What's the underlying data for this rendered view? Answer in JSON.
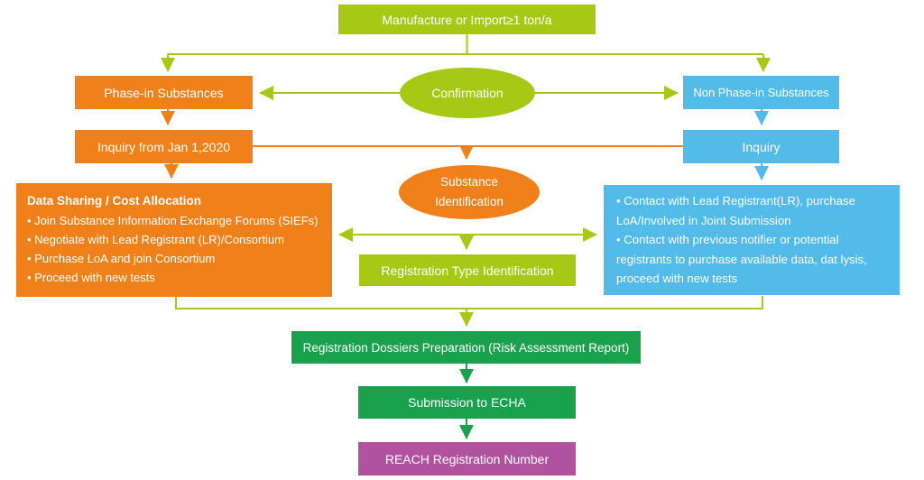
{
  "diagram": {
    "type": "flowchart",
    "subject": "REACH registration process"
  },
  "colors": {
    "yellow_green": "#a7c915",
    "orange": "#f0811a",
    "light_blue": "#52bbe9",
    "dark_green": "#19a14e",
    "purple": "#b1529e",
    "text": "#ffffff",
    "background": "#ffffff"
  },
  "nodes": {
    "manufacture": {
      "label": "Manufacture or Import≥1 ton/a"
    },
    "confirmation": {
      "label": "Confirmation"
    },
    "phase_in": {
      "label": "Phase-in Substances"
    },
    "non_phase_in": {
      "label": "Non Phase-in Substances"
    },
    "inquiry_left": {
      "label": "Inquiry from Jan 1,2020"
    },
    "inquiry_right": {
      "label": "Inquiry"
    },
    "substance_identification": {
      "label": "Substance Identification"
    },
    "data_sharing": {
      "title": "Data Sharing / Cost Allocation",
      "bullets": [
        "• Join Substance Information Exchange Forums (SIEFs)",
        "• Negotiate with Lead Registrant (LR)/Consortium",
        "• Purchase LoA and join Consortium",
        "• Proceed with new tests"
      ]
    },
    "contact": {
      "bullets": [
        "• Contact with Lead Registrant(LR), purchase LoA/Involved in Joint Submission",
        "• Contact with previous notifier or potential registrants to purchase available data, dat lysis, proceed with new tests"
      ]
    },
    "registration_type": {
      "label": "Registration Type Identification"
    },
    "dossiers": {
      "label": "Registration Dossiers Preparation (Risk Assessment Report)"
    },
    "submission": {
      "label": "Submission to ECHA"
    },
    "reach_number": {
      "label": "REACH Registration Number"
    }
  }
}
